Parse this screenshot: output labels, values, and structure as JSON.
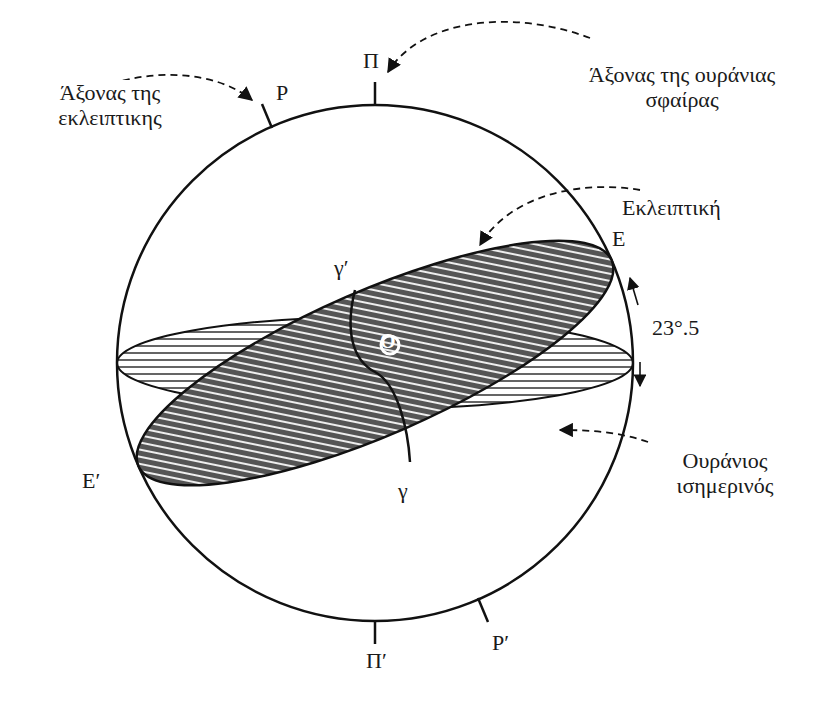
{
  "diagram": {
    "labels": [
      "Άξονας της εκλειπτικης",
      "Ρ",
      "Π",
      "Άξονας της ουράνιας σφαίρας",
      "Εκλειπτική",
      "Ε",
      "23°.5",
      "γ′",
      "Ο",
      "Ε′",
      "γ",
      "Ουράνιος ισημερινός",
      "Π′",
      "Ρ′"
    ]
  }
}
